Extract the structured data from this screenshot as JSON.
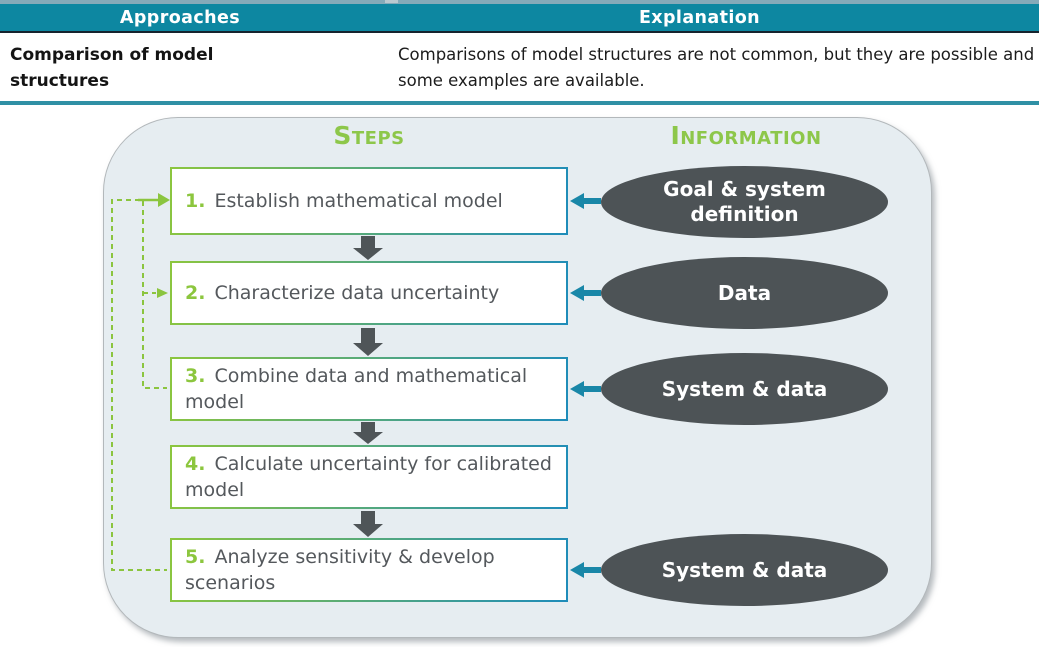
{
  "table": {
    "headers": {
      "approaches": "Approaches",
      "explanation": "Explanation"
    },
    "row": {
      "approach": "Comparison of model structures",
      "explanation": "Comparisons of model structures are not common, but they are possible and some examples are available."
    }
  },
  "diagram": {
    "steps_heading": "Steps",
    "information_heading": "Information",
    "steps": [
      {
        "num": "1.",
        "label": "Establish mathematical model"
      },
      {
        "num": "2.",
        "label": "Characterize data uncertainty"
      },
      {
        "num": "3.",
        "label": "Combine data and mathematical model"
      },
      {
        "num": "4.",
        "label": "Calculate uncertainty for calibrated model"
      },
      {
        "num": "5.",
        "label": "Analyze sensitivity & develop scenarios"
      }
    ],
    "info_items": [
      {
        "label": "Goal & system definition",
        "points_to_step": "1"
      },
      {
        "label": "Data",
        "points_to_step": "2"
      },
      {
        "label": "System & data",
        "points_to_step": "3"
      },
      {
        "label": "System & data",
        "points_to_step": "5"
      }
    ]
  },
  "colors": {
    "header_teal": "#0d87a1",
    "separator_teal": "#2f90a5",
    "top_strip_blue": "#85aab9",
    "accent_green": "#8cc63e",
    "heading_green": "#8dc74a",
    "box_border_teal": "#1e8cba",
    "arrow_teal": "#1987a8",
    "dark_gray": "#4d5356",
    "step_text_gray": "#54585c",
    "container_fill": "#e6edf1"
  }
}
